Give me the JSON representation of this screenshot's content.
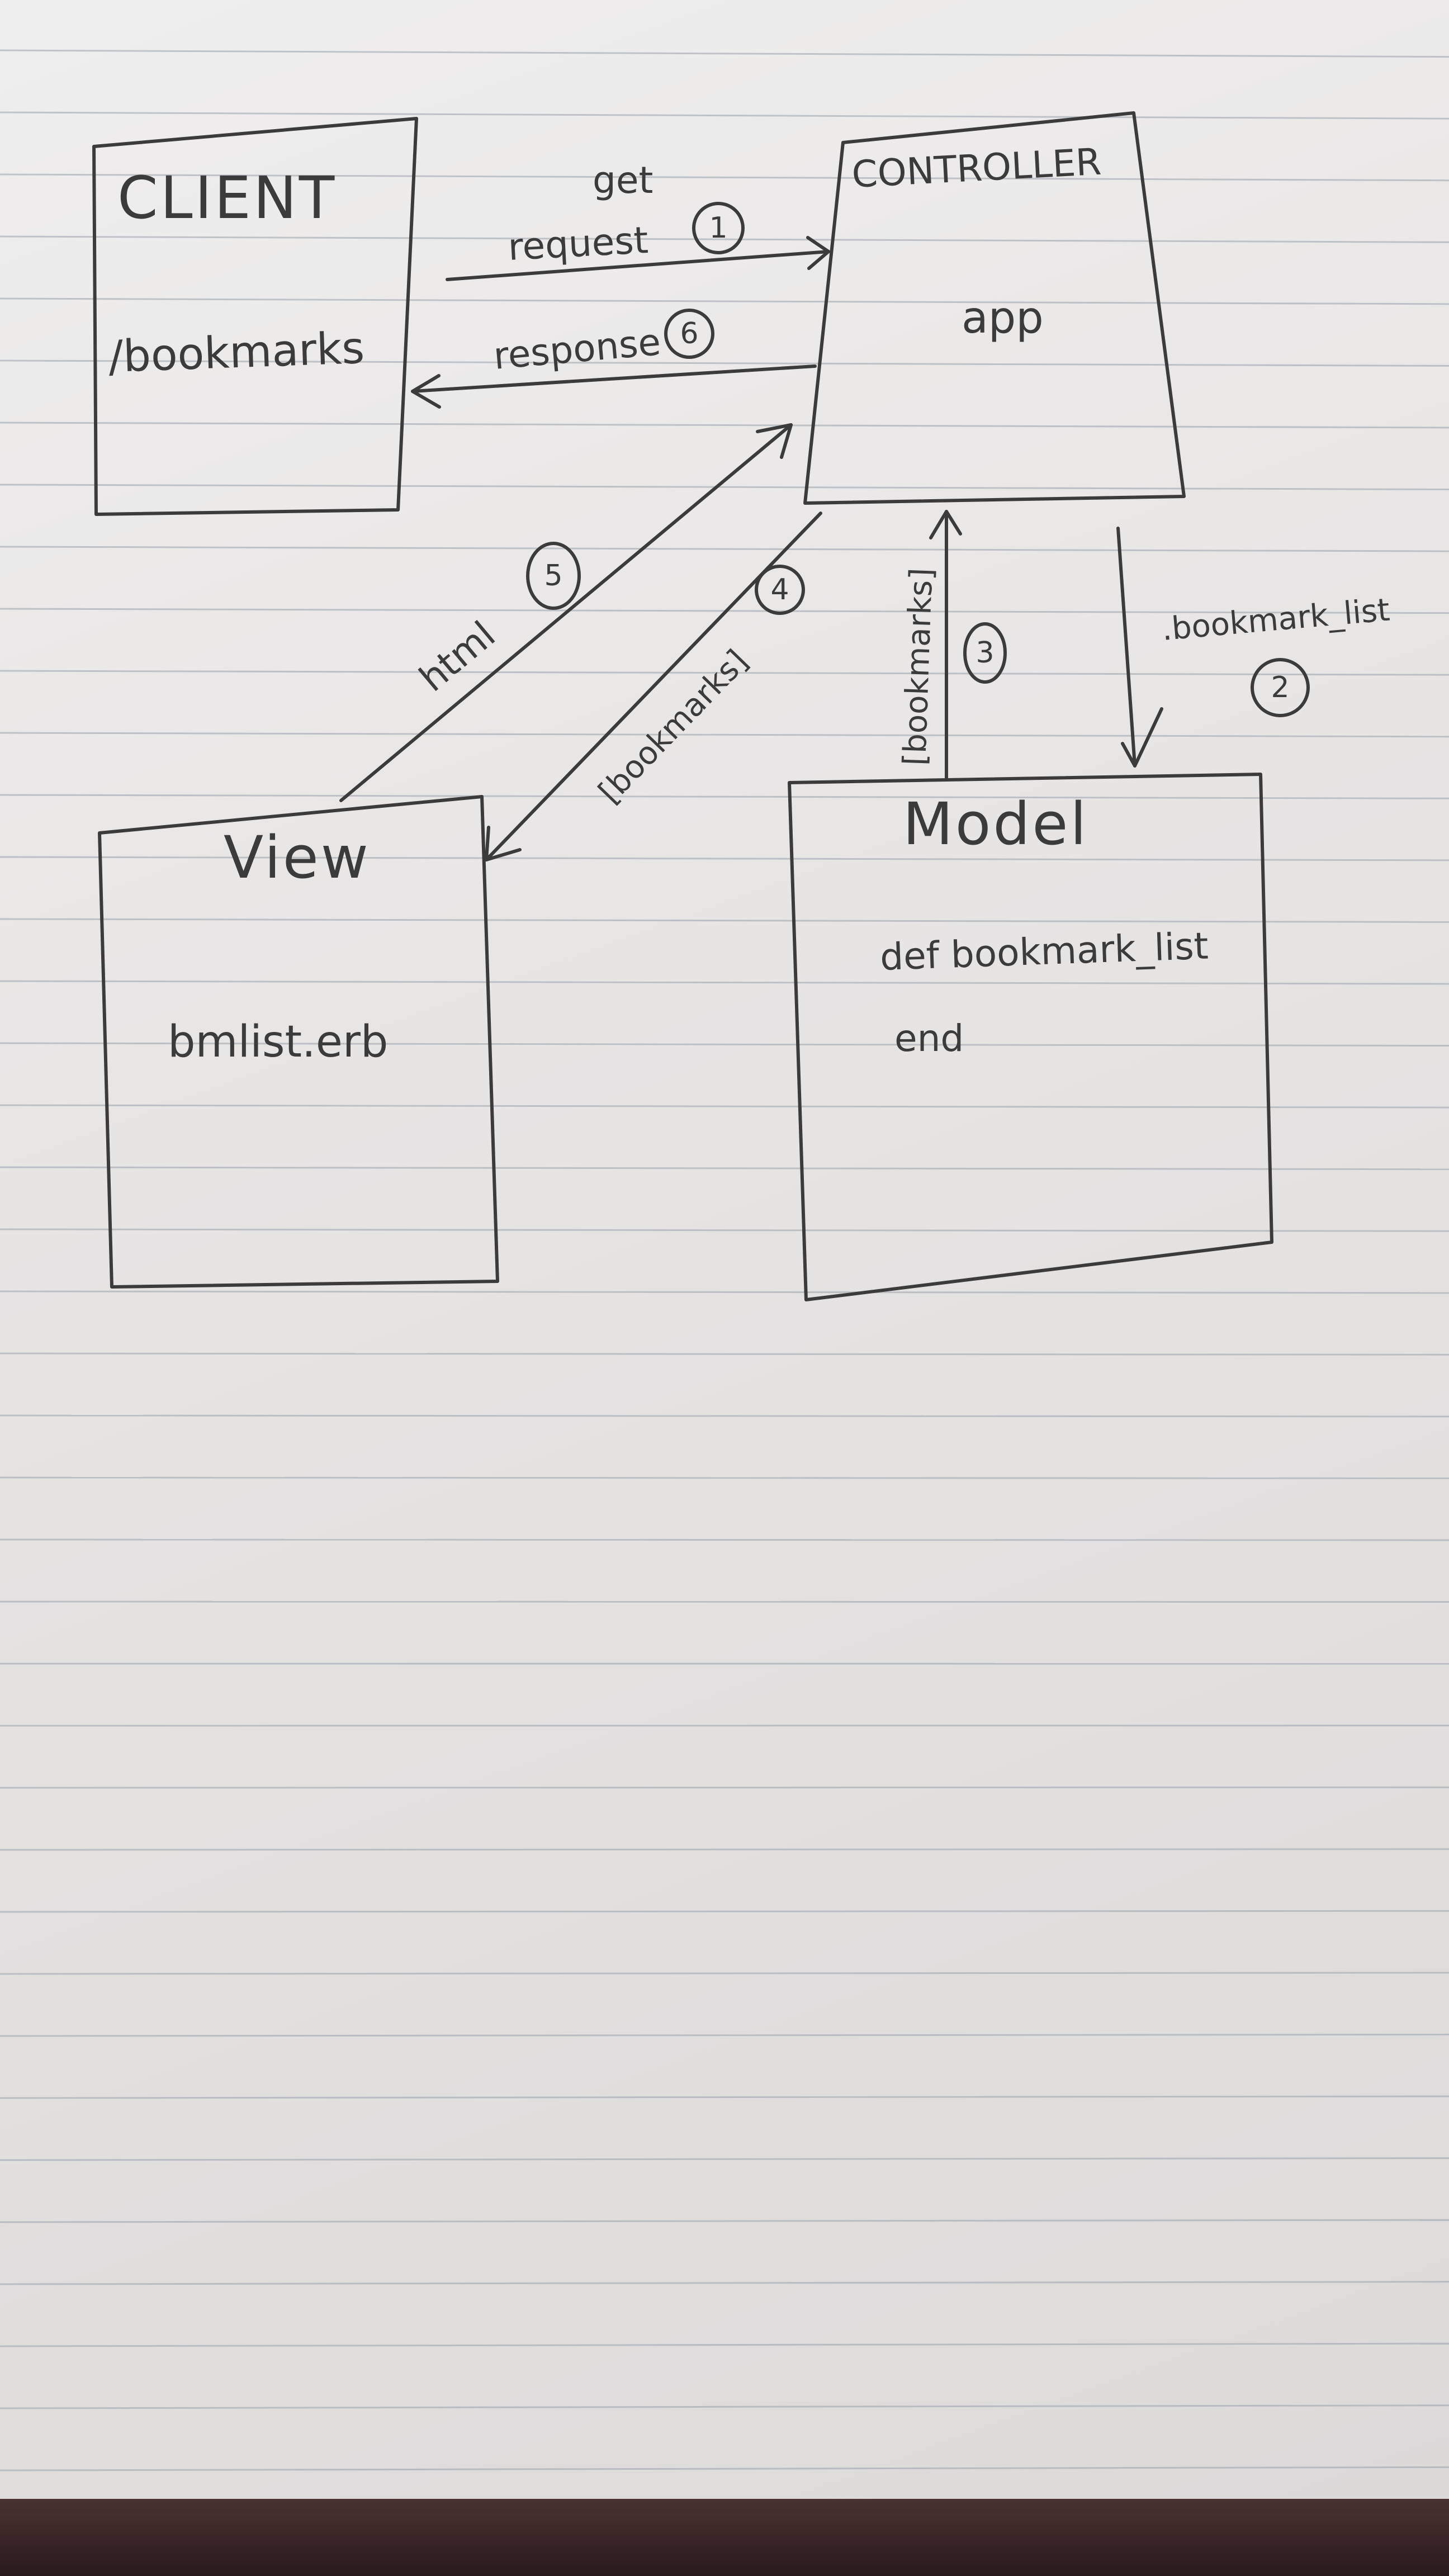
{
  "components": {
    "client": {
      "title": "CLIENT",
      "content": "/bookmarks"
    },
    "controller": {
      "title": "CONTROLLER",
      "content": "app"
    },
    "view": {
      "title": "View",
      "content": "bmlist.erb"
    },
    "model": {
      "title": "Model",
      "content_line1": "def bookmark_list",
      "content_line2": "end"
    }
  },
  "arrows": {
    "get_request": {
      "line1": "get",
      "line2": "request",
      "step": "1"
    },
    "bookmark_list_call": {
      "label": ".bookmark_list",
      "step": "2"
    },
    "bookmarks_to_controller": {
      "label": "[bookmarks]",
      "step": "3"
    },
    "bookmarks_to_view": {
      "label": "[bookmarks]",
      "step": "4"
    },
    "html_to_controller": {
      "label": "html",
      "step": "5"
    },
    "response": {
      "label": "response",
      "step": "6"
    }
  },
  "colors": {
    "ink": "#3b3b3b",
    "paper": "#e9e8e7",
    "rule": "#9aa3ad"
  }
}
